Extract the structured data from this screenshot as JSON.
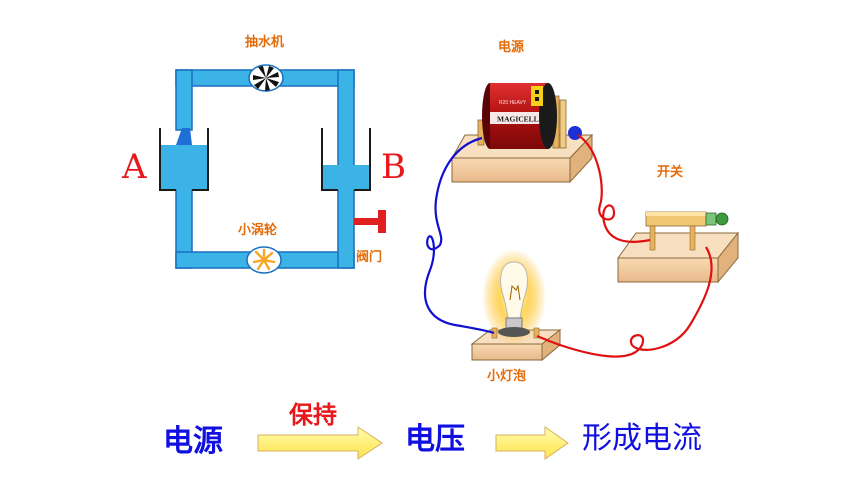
{
  "water_diagram": {
    "pump_label": "抽水机",
    "turbine_label": "小涡轮",
    "valve_label": "阀门",
    "left_tank_letter": "A",
    "right_tank_letter": "B"
  },
  "circuit_diagram": {
    "power_label": "电源",
    "switch_label": "开关",
    "bulb_label": "小灯泡",
    "battery_brand": "MAGICELL",
    "battery_small_text": "R20 HEAVY"
  },
  "flow_chain": {
    "source": "电源",
    "arrow_label": "保持",
    "middle": "电压",
    "result": "形成电流"
  },
  "colors": {
    "water": "#3bb3e6",
    "pipe_stroke": "#1a73c9",
    "label_orange": "#e46c0a",
    "letter_red": "#e8171b",
    "text_blue": "#1010e0",
    "arrow_fill": "#ffff66"
  }
}
